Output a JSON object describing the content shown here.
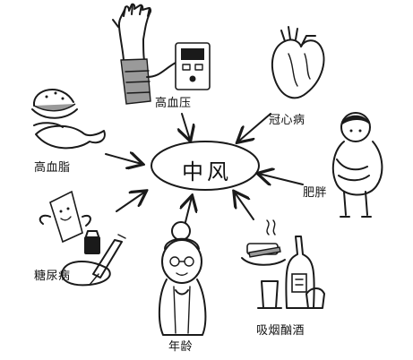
{
  "center": {
    "label": "中风"
  },
  "factors": [
    {
      "id": "hypertension",
      "label": "高血压",
      "icon": "blood-pressure-monitor-icon"
    },
    {
      "id": "coronary",
      "label": "冠心病",
      "icon": "heart-icon"
    },
    {
      "id": "obesity",
      "label": "肥胖",
      "icon": "overweight-person-icon"
    },
    {
      "id": "smoking_drinking",
      "label": "吸烟酗酒",
      "icon": "cigarette-and-alcohol-icon"
    },
    {
      "id": "age",
      "label": "年龄",
      "icon": "elderly-woman-icon"
    },
    {
      "id": "diabetes",
      "label": "糖尿病",
      "icon": "insulin-syringe-icon"
    },
    {
      "id": "hyperlipidemia",
      "label": "高血脂",
      "icon": "fatty-food-icon"
    }
  ]
}
